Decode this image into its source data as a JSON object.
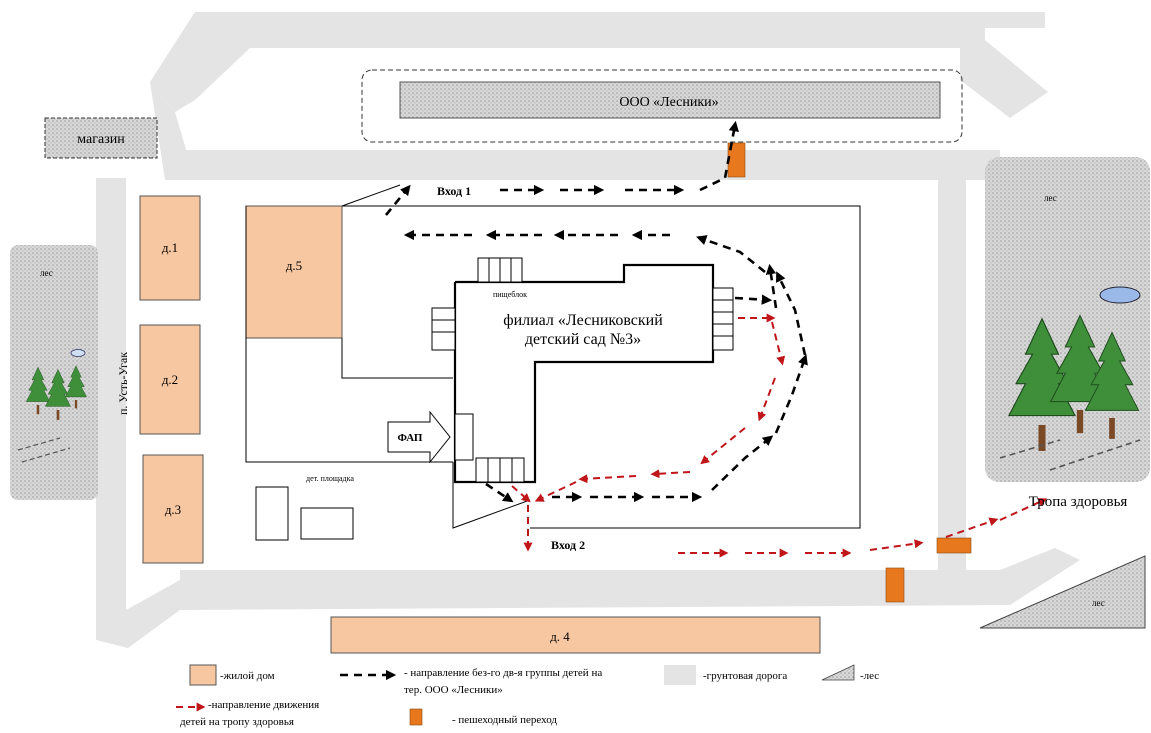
{
  "labels": {
    "company": "ООО «Лесники»",
    "shop": "магазин",
    "house1": "д.1",
    "house2": "д.2",
    "house3": "д.3",
    "house4": "д. 4",
    "house5": "д.5",
    "street": "п. Усть-Угак",
    "kindergarten_line1": "филиал «Лесниковский",
    "kindergarten_line2": "детский сад №3»",
    "kitchen": "пищеблок",
    "playground": "дет. площадка",
    "fap": "ФАП",
    "entrance1": "Вход 1",
    "entrance2": "Вход 2",
    "health_trail": "Тропа здоровья",
    "forest_right": "лес",
    "forest_left": "лес",
    "forest_corner": "лес"
  },
  "legend": {
    "house": "-жилой дом",
    "black_arrow_line1": "- направление без-го дв-я  группы детей на",
    "black_arrow_line2": "тер. ООО «Лесники»",
    "dirt_road": "-грунтовая дорога",
    "forest": "-лес",
    "red_arrow_line1": "-направление движения",
    "red_arrow_line2": "детей на тропу здоровья",
    "crossing": "- пешеходный переход"
  },
  "colors": {
    "house": "#f6c7a0",
    "road": "#e4e4e4",
    "crossing": "#e8781e",
    "black_arrow": "#000000",
    "red_arrow": "#c0161a",
    "forest_bg": "#cfcfcf"
  }
}
